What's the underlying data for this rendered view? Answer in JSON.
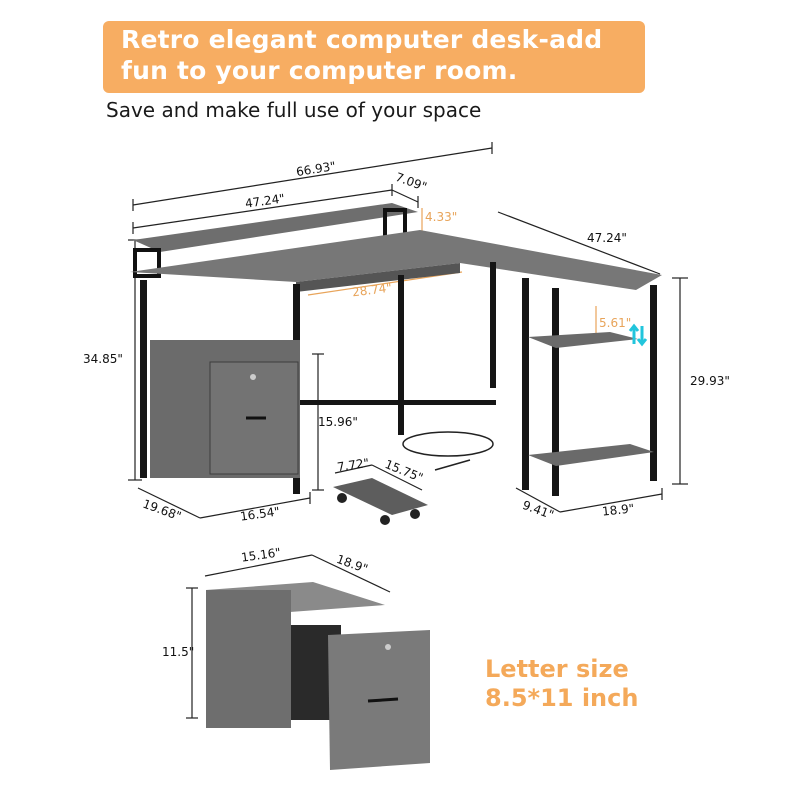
{
  "banner": {
    "line1": "Retro elegant computer desk-add",
    "line2": "fun to your computer room.",
    "background_color": "#f7ad62"
  },
  "subtitle": "Save and make full use of your space",
  "desk_dimensions": {
    "total_width": "66.93\"",
    "monitor_shelf_width": "47.24\"",
    "monitor_shelf_depth": "7.09\"",
    "monitor_shelf_height": "4.33\"",
    "side_length": "47.24\"",
    "total_height": "34.85\"",
    "legroom_width": "28.74\"",
    "cabinet_gap_height": "15.96\"",
    "side_shelf_gap": "5.61\"",
    "side_height": "29.93\"",
    "depth": "19.68\"",
    "cabinet_width": "16.54\"",
    "cpu_stand_depth": "7.72\"",
    "cpu_stand_width": "15.75\"",
    "side_depth": "9.41\"",
    "side_width": "18.9\""
  },
  "cabinet_dimensions": {
    "width": "15.16\"",
    "depth": "18.9\"",
    "height": "11.5\""
  },
  "callout": {
    "line1": "Letter size",
    "line2": "8.5*11 inch",
    "color": "#f4a95a"
  },
  "icons": {
    "adjustable_shelf": "up-down-arrows-icon"
  }
}
